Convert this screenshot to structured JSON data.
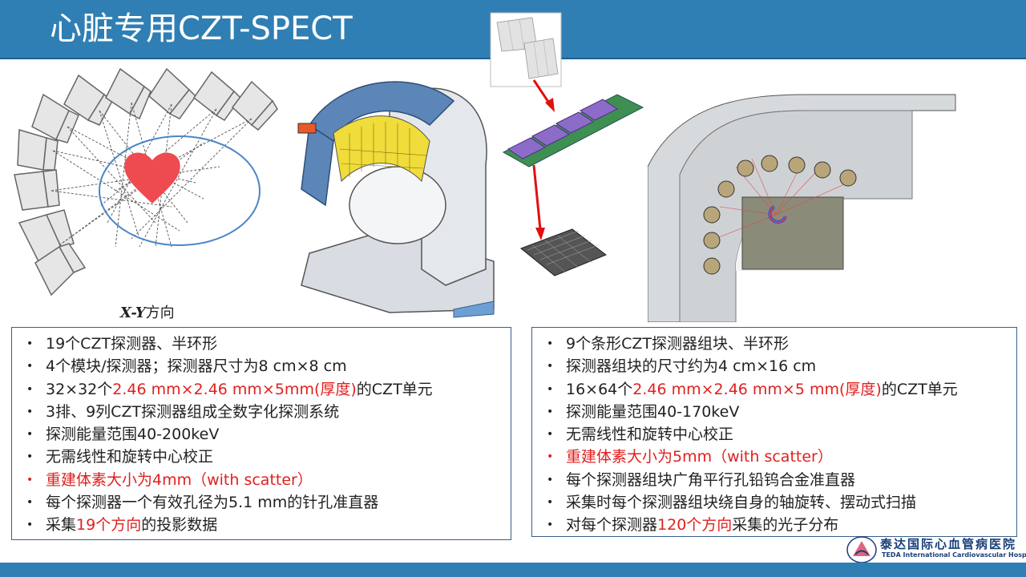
{
  "header": {
    "title": "心脏专用CZT-SPECT"
  },
  "figures": {
    "ring_caption_italic": "X-Y",
    "ring_caption_rest": "方向"
  },
  "left_panel": {
    "items": [
      {
        "parts": [
          {
            "text": "19个CZT探测器、半环形",
            "red": false
          }
        ]
      },
      {
        "parts": [
          {
            "text": "4个模块/探测器；探测器尺寸为8  cm×8 cm",
            "red": false
          }
        ]
      },
      {
        "parts": [
          {
            "text": "32×32个",
            "red": false
          },
          {
            "text": "2.46  mm×2.46  mm×5mm(厚度)",
            "red": true
          },
          {
            "text": "的CZT单元",
            "red": false
          }
        ]
      },
      {
        "parts": [
          {
            "text": "3排、9列CZT探测器组成全数字化探测系统",
            "red": false
          }
        ]
      },
      {
        "parts": [
          {
            "text": "探测能量范围40-200keV",
            "red": false
          }
        ]
      },
      {
        "parts": [
          {
            "text": "无需线性和旋转中心校正",
            "red": false
          }
        ]
      },
      {
        "parts": [
          {
            "text": "重建体素大小为4mm（with  scatter）",
            "red": true
          }
        ],
        "red": true
      },
      {
        "parts": [
          {
            "text": "每个探测器一个有效孔径为5.1  mm的针孔准直器",
            "red": false
          }
        ]
      },
      {
        "parts": [
          {
            "text": "采集",
            "red": false
          },
          {
            "text": "19个方向",
            "red": true
          },
          {
            "text": "的投影数据",
            "red": false
          }
        ]
      }
    ]
  },
  "right_panel": {
    "items": [
      {
        "parts": [
          {
            "text": "9个条形CZT探测器组块、半环形",
            "red": false
          }
        ]
      },
      {
        "parts": [
          {
            "text": "探测器组块的尺寸约为4  cm×16 cm",
            "red": false
          }
        ]
      },
      {
        "parts": [
          {
            "text": "16×64个",
            "red": false
          },
          {
            "text": "2.46  mm×2.46  mm×5 mm(厚度)",
            "red": true
          },
          {
            "text": "的CZT单元",
            "red": false
          }
        ]
      },
      {
        "parts": [
          {
            "text": "探测能量范围40-170keV",
            "red": false
          }
        ]
      },
      {
        "parts": [
          {
            "text": "无需线性和旋转中心校正",
            "red": false
          }
        ]
      },
      {
        "parts": [
          {
            "text": "重建体素大小为5mm（with  scatter）",
            "red": true
          }
        ],
        "red": true
      },
      {
        "parts": [
          {
            "text": "每个探测器组块广角平行孔铅钨合金准直器",
            "red": false
          }
        ]
      },
      {
        "parts": [
          {
            "text": "采集时每个探测器组块绕自身的轴旋转、摆动式扫描",
            "red": false
          }
        ]
      },
      {
        "parts": [
          {
            "text": "对每个探测器",
            "red": false
          },
          {
            "text": "120个方向",
            "red": true
          },
          {
            "text": "采集的光子分布",
            "red": false
          }
        ]
      }
    ]
  },
  "logo": {
    "name_cn": "泰达国际心血管病医院",
    "name_en": "TEDA International Cardiovascular Hospital"
  },
  "colors": {
    "title_bar": "#2f7fb4",
    "highlight_red": "#e02020",
    "panel_border": "#3a5f8c"
  }
}
